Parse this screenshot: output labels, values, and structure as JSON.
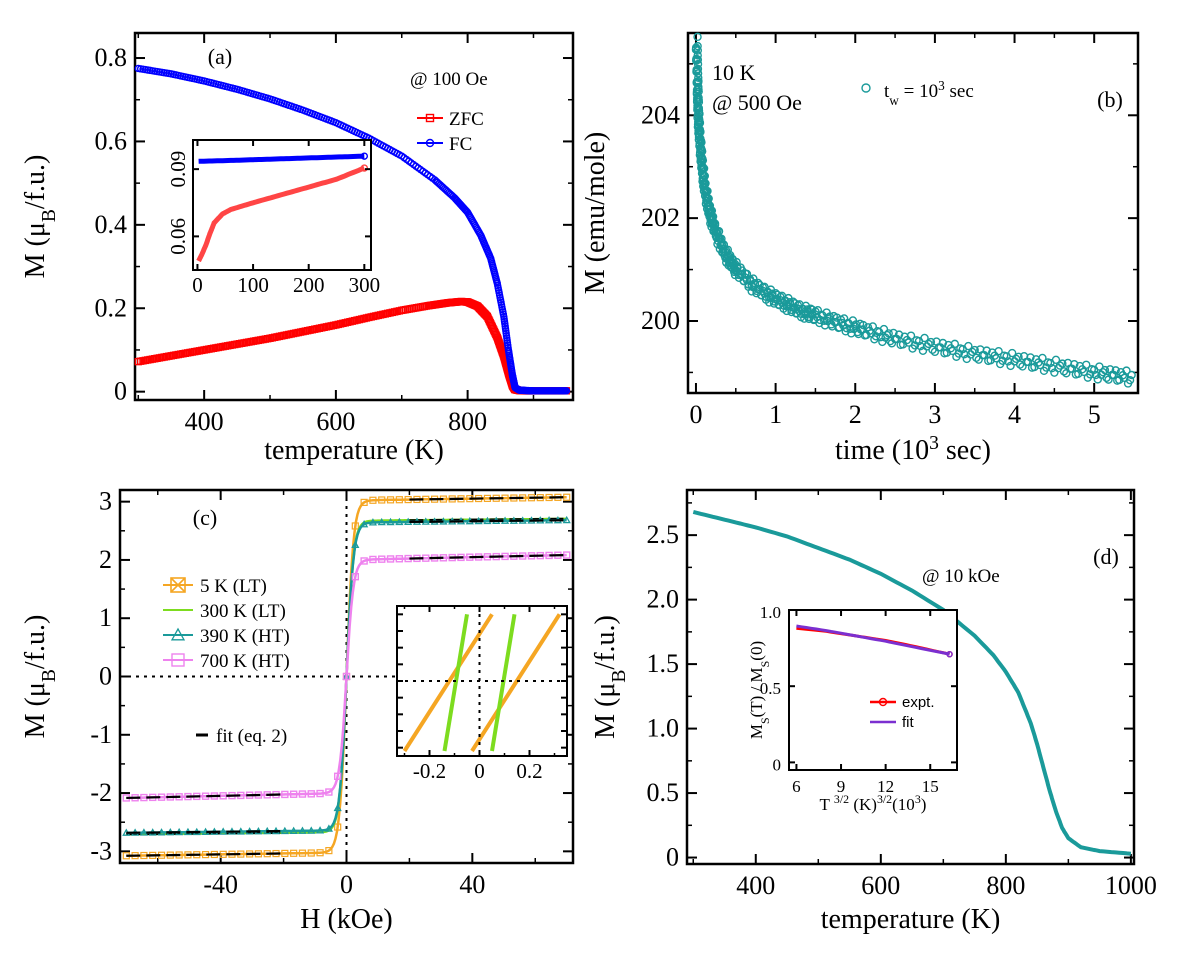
{
  "chart_data": [
    {
      "panel_label": "(a)",
      "type": "scatter",
      "xlabel": "temperature (K)",
      "ylabel": "M (μB/f.u.)",
      "ylabel_parts": [
        "M (μ",
        "B",
        "/f.u.)"
      ],
      "xlim": [
        295,
        960
      ],
      "ylim": [
        -0.02,
        0.86
      ],
      "xticks": [
        400,
        600,
        800
      ],
      "xtick_labels": [
        "400",
        "600",
        "800"
      ],
      "yticks": [
        0,
        0.2,
        0.4,
        0.6,
        0.8
      ],
      "ytick_labels": [
        "0",
        "0.2",
        "0.4",
        "0.6",
        "0.8"
      ],
      "annotation": "@ 100 Oe",
      "series": [
        {
          "name": "ZFC",
          "color": "#ff0000",
          "marker": "square",
          "x": [
            300,
            350,
            400,
            450,
            500,
            550,
            600,
            650,
            700,
            740,
            770,
            790,
            800,
            815,
            830,
            845,
            855,
            862,
            868,
            872,
            878,
            885,
            900,
            925,
            950
          ],
          "y": [
            0.072,
            0.086,
            0.1,
            0.114,
            0.128,
            0.144,
            0.16,
            0.178,
            0.195,
            0.206,
            0.213,
            0.216,
            0.215,
            0.205,
            0.18,
            0.13,
            0.085,
            0.045,
            0.015,
            0.005,
            0.003,
            0.002,
            0.002,
            0.002,
            0.002
          ]
        },
        {
          "name": "FC",
          "color": "#0000ff",
          "marker": "circle",
          "x": [
            300,
            350,
            400,
            450,
            500,
            550,
            600,
            650,
            700,
            750,
            780,
            800,
            820,
            835,
            845,
            855,
            862,
            868,
            872,
            878,
            885,
            900,
            925,
            950
          ],
          "y": [
            0.775,
            0.762,
            0.745,
            0.725,
            0.702,
            0.675,
            0.645,
            0.608,
            0.565,
            0.508,
            0.465,
            0.43,
            0.375,
            0.32,
            0.26,
            0.18,
            0.1,
            0.04,
            0.01,
            0.004,
            0.003,
            0.002,
            0.002,
            0.002
          ]
        }
      ],
      "inset": {
        "xlim": [
          -8,
          312
        ],
        "ylim": [
          0.045,
          0.103
        ],
        "xticks": [
          0,
          100,
          200,
          300
        ],
        "xtick_labels": [
          "0",
          "100",
          "200",
          "300"
        ],
        "yticks": [
          0.06,
          0.09
        ],
        "ytick_labels": [
          "0.06",
          "0.09"
        ],
        "series": [
          {
            "name": "FC",
            "color": "#0000ff",
            "x": [
              2,
              50,
              100,
              150,
              200,
              250,
              300
            ],
            "y": [
              0.0935,
              0.0938,
              0.0942,
              0.0946,
              0.095,
              0.0954,
              0.0958
            ]
          },
          {
            "name": "ZFC",
            "color": "#ff4545",
            "x": [
              2,
              8,
              15,
              22,
              30,
              45,
              60,
              100,
              150,
              200,
              250,
              300
            ],
            "y": [
              0.049,
              0.052,
              0.056,
              0.061,
              0.066,
              0.07,
              0.072,
              0.075,
              0.0785,
              0.082,
              0.0855,
              0.0905
            ]
          }
        ]
      }
    },
    {
      "panel_label": "(b)",
      "type": "scatter",
      "xlabel": "time (10^3 sec)",
      "xlabel_parts": [
        "time (10",
        "3",
        " sec)"
      ],
      "ylabel": "M (emu/mole)",
      "xlim": [
        -0.1,
        5.55
      ],
      "ylim": [
        198.6,
        205.6
      ],
      "xticks": [
        0,
        1,
        2,
        3,
        4,
        5
      ],
      "xtick_labels": [
        "0",
        "1",
        "2",
        "3",
        "4",
        "5"
      ],
      "yticks": [
        200,
        202,
        204
      ],
      "ytick_labels": [
        "200",
        "202",
        "204"
      ],
      "annotations": [
        "10 K",
        "@ 500 Oe"
      ],
      "series": [
        {
          "name": "t_w = 10^3 sec",
          "name_parts": [
            "t",
            "w",
            " = 10",
            "3",
            " sec"
          ],
          "color": "#1a9a9a",
          "marker": "circle",
          "x": [
            0.0,
            0.01,
            0.02,
            0.04,
            0.07,
            0.1,
            0.15,
            0.2,
            0.3,
            0.4,
            0.5,
            0.7,
            0.9,
            1.1,
            1.3,
            1.5,
            1.8,
            2.1,
            2.5,
            3.0,
            3.5,
            4.0,
            4.5,
            5.0,
            5.45
          ],
          "y": [
            205.4,
            204.6,
            204.0,
            203.5,
            203.0,
            202.6,
            202.2,
            201.9,
            201.5,
            201.2,
            201.0,
            200.7,
            200.5,
            200.35,
            200.2,
            200.1,
            199.95,
            199.82,
            199.65,
            199.5,
            199.36,
            199.24,
            199.12,
            199.0,
            198.9
          ]
        }
      ]
    },
    {
      "panel_label": "(c)",
      "type": "scatter",
      "xlabel": "H (kOe)",
      "ylabel": "M (μB/f.u.)",
      "ylabel_parts": [
        "M (μ",
        "B",
        "/f.u.)"
      ],
      "xlim": [
        -72,
        72
      ],
      "ylim": [
        -3.2,
        3.2
      ],
      "xticks": [
        -40,
        0,
        40
      ],
      "xtick_labels": [
        "-40",
        "0",
        "40"
      ],
      "yticks": [
        -3,
        -2,
        -1,
        0,
        1,
        2,
        3
      ],
      "ytick_labels": [
        "-3",
        "-2",
        "-1",
        "0",
        "1",
        "2",
        "3"
      ],
      "fit_label": "fit (eq. 2)",
      "series": [
        {
          "name": "5 K (LT)",
          "color": "#f5a623",
          "marker": "asterisk-box",
          "ms": 3.02,
          "slope": 0.0008
        },
        {
          "name": "300 K (LT)",
          "color": "#7ddc1f",
          "marker": "line",
          "ms": 2.67,
          "slope": 0.0005
        },
        {
          "name": "390 K (HT)",
          "color": "#1a9a9a",
          "marker": "triangle",
          "ms": 2.64,
          "slope": 0.0006
        },
        {
          "name": "700 K (HT)",
          "color": "#ee82ee",
          "marker": "square",
          "ms": 2.0,
          "slope": 0.0012
        }
      ],
      "inset": {
        "xlim": [
          -0.33,
          0.35
        ],
        "ylim": [
          -0.45,
          0.45
        ],
        "xticks": [
          -0.2,
          0,
          0.2
        ],
        "xtick_labels": [
          "-0.2",
          "0",
          "0.2"
        ],
        "lines": [
          {
            "color": "#f5a623",
            "x": [
              -0.3,
              0.05
            ],
            "y": [
              -0.42,
              0.4
            ]
          },
          {
            "color": "#f5a623",
            "x": [
              -0.03,
              0.32
            ],
            "y": [
              -0.42,
              0.4
            ]
          },
          {
            "color": "#7ddc1f",
            "x": [
              -0.14,
              -0.05
            ],
            "y": [
              -0.42,
              0.4
            ]
          },
          {
            "color": "#7ddc1f",
            "x": [
              0.05,
              0.14
            ],
            "y": [
              -0.42,
              0.4
            ]
          }
        ]
      }
    },
    {
      "panel_label": "(d)",
      "type": "line",
      "xlabel": "temperature (K)",
      "ylabel": "M (μB/f.u.)",
      "ylabel_parts": [
        "M (μ",
        "B",
        "/f.u.)"
      ],
      "xlim": [
        290,
        1005
      ],
      "ylim": [
        -0.05,
        2.85
      ],
      "xticks": [
        400,
        600,
        800,
        1000
      ],
      "xtick_labels": [
        "400",
        "600",
        "800",
        "1000"
      ],
      "yticks": [
        0,
        0.5,
        1.0,
        1.5,
        2.0,
        2.5
      ],
      "ytick_labels": [
        "0",
        "0.5",
        "1.0",
        "1.5",
        "2.0",
        "2.5"
      ],
      "annotation": "@ 10 kOe",
      "series": [
        {
          "name": "",
          "color": "#1a9a9a",
          "x": [
            300,
            350,
            400,
            450,
            500,
            550,
            600,
            650,
            700,
            750,
            780,
            800,
            820,
            840,
            850,
            860,
            870,
            880,
            890,
            900,
            920,
            950,
            1000
          ],
          "y": [
            2.68,
            2.62,
            2.56,
            2.49,
            2.4,
            2.31,
            2.2,
            2.07,
            1.92,
            1.72,
            1.57,
            1.44,
            1.28,
            1.04,
            0.88,
            0.7,
            0.52,
            0.36,
            0.23,
            0.15,
            0.08,
            0.05,
            0.03
          ]
        }
      ],
      "inset": {
        "xlim": [
          5.5,
          16.8
        ],
        "ylim": [
          -0.05,
          1.0
        ],
        "xticks": [
          6,
          9,
          12,
          15
        ],
        "xtick_labels": [
          "6",
          "9",
          "12",
          "15"
        ],
        "yticks": [
          0,
          0.5,
          1.0
        ],
        "ytick_labels": [
          "0",
          "0.5",
          "1.0"
        ],
        "xlabel": "T 3/2 (K)3/2(103)",
        "xlabel_parts": [
          "T ",
          "3/2",
          " (K)",
          "3/2",
          "(10",
          "3",
          ")"
        ],
        "ylabel": "MS(T) / MS(0)",
        "ylabel_parts": [
          "M",
          "S",
          "(T) / M",
          "S",
          "(0)"
        ],
        "series": [
          {
            "name": "expt.",
            "color": "#ff0000",
            "x": [
              6,
              8,
              10,
              12,
              14,
              16.3
            ],
            "y": [
              0.88,
              0.86,
              0.83,
              0.8,
              0.76,
              0.71
            ]
          },
          {
            "name": "fit",
            "color": "#7b2fd0",
            "x": [
              6,
              8,
              10,
              12,
              14,
              16.3
            ],
            "y": [
              0.895,
              0.865,
              0.83,
              0.795,
              0.755,
              0.71
            ]
          }
        ]
      }
    }
  ]
}
